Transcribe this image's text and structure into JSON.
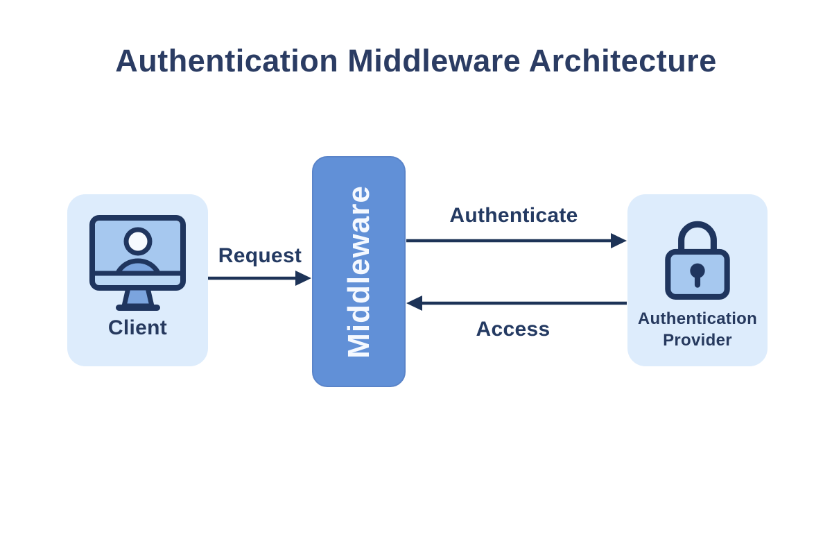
{
  "title": "Authentication Middleware Architecture",
  "nodes": {
    "client": {
      "label": "Client",
      "icon": "monitor-user-icon"
    },
    "middleware": {
      "label": "Middleware"
    },
    "provider": {
      "label": "Authentication Provider",
      "icon": "padlock-icon"
    }
  },
  "arrows": [
    {
      "label": "Request",
      "from": "client",
      "to": "middleware",
      "direction": "right"
    },
    {
      "label": "Authenticate",
      "from": "middleware",
      "to": "provider",
      "direction": "right"
    },
    {
      "label": "Access",
      "from": "provider",
      "to": "middleware",
      "direction": "left"
    }
  ],
  "colors": {
    "background": "#ffffff",
    "title_text": "#2b3c63",
    "node_light_fill": "#ddecfc",
    "middleware_fill": "#6190d7",
    "middleware_text": "#f5f9ff",
    "arrow_stroke": "#1d3357",
    "icon_stroke": "#1f355e",
    "icon_screen_fill": "#a6c8ef",
    "icon_accent_fill": "#7ba4de",
    "icon_strip_fill": "#bcd8f5"
  }
}
